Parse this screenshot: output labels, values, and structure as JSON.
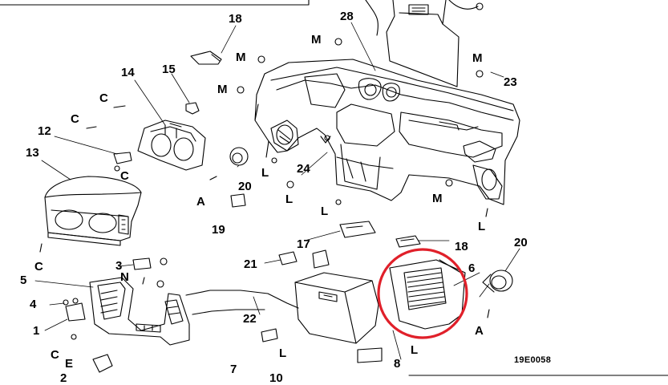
{
  "diagram": {
    "drawing_code": "19E0058",
    "highlight_color": "#e0202a",
    "line_color": "#000000",
    "highlighted_part": "6",
    "callouts": [
      {
        "id": "c18a",
        "text": "18"
      },
      {
        "id": "c28",
        "text": "28"
      },
      {
        "id": "cMa",
        "text": "M"
      },
      {
        "id": "cMb",
        "text": "M"
      },
      {
        "id": "cMc",
        "text": "M"
      },
      {
        "id": "cMd",
        "text": "M"
      },
      {
        "id": "c23",
        "text": "23"
      },
      {
        "id": "c14",
        "text": "14"
      },
      {
        "id": "c15",
        "text": "15"
      },
      {
        "id": "cCa",
        "text": "C"
      },
      {
        "id": "cCb",
        "text": "C"
      },
      {
        "id": "c12",
        "text": "12"
      },
      {
        "id": "c13",
        "text": "13"
      },
      {
        "id": "cCc",
        "text": "C"
      },
      {
        "id": "cLa",
        "text": "L"
      },
      {
        "id": "c24",
        "text": "24"
      },
      {
        "id": "cLb",
        "text": "L"
      },
      {
        "id": "cLc",
        "text": "L"
      },
      {
        "id": "cMe",
        "text": "M"
      },
      {
        "id": "cLd",
        "text": "L"
      },
      {
        "id": "cA1",
        "text": "A"
      },
      {
        "id": "c20a",
        "text": "20"
      },
      {
        "id": "c19",
        "text": "19"
      },
      {
        "id": "c17",
        "text": "17"
      },
      {
        "id": "c18b",
        "text": "18"
      },
      {
        "id": "c20b",
        "text": "20"
      },
      {
        "id": "cCd",
        "text": "C"
      },
      {
        "id": "c3",
        "text": "3"
      },
      {
        "id": "c21",
        "text": "21"
      },
      {
        "id": "c6",
        "text": "6"
      },
      {
        "id": "c5",
        "text": "5"
      },
      {
        "id": "cN",
        "text": "N"
      },
      {
        "id": "c4",
        "text": "4"
      },
      {
        "id": "c22",
        "text": "22"
      },
      {
        "id": "c1",
        "text": "1"
      },
      {
        "id": "cA2",
        "text": "A"
      },
      {
        "id": "cLe",
        "text": "L"
      },
      {
        "id": "cCe",
        "text": "C"
      },
      {
        "id": "cE",
        "text": "E"
      },
      {
        "id": "c7",
        "text": "7"
      },
      {
        "id": "cLf",
        "text": "L"
      },
      {
        "id": "c8",
        "text": "8"
      },
      {
        "id": "c2",
        "text": "2"
      },
      {
        "id": "c10",
        "text": "10"
      }
    ]
  }
}
